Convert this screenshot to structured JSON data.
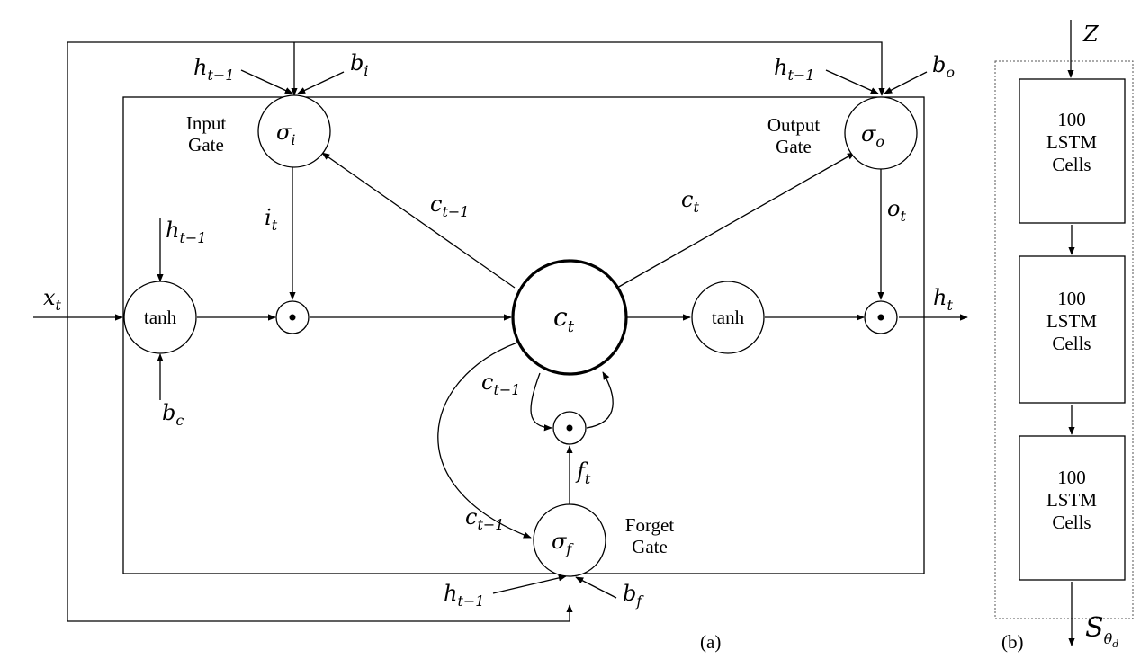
{
  "lstm_cell": {
    "input_gate": {
      "symbol": "σ",
      "sub": "i",
      "label_line1": "Input",
      "label_line2": "Gate"
    },
    "output_gate": {
      "symbol": "σ",
      "sub": "o",
      "label_line1": "Output",
      "label_line2": "Gate"
    },
    "forget_gate": {
      "symbol": "σ",
      "sub": "f",
      "label_line1": "Forget",
      "label_line2": "Gate"
    },
    "cell_state": {
      "symbol": "c",
      "sub": "t"
    },
    "tanh_in": "tanh",
    "tanh_out": "tanh",
    "mult_symbol": "•",
    "inputs": {
      "x": {
        "symbol": "x",
        "sub": "t"
      },
      "h_prev": {
        "symbol": "h",
        "sub": "t−1"
      },
      "b_i": {
        "symbol": "b",
        "sub": "i"
      },
      "b_o": {
        "symbol": "b",
        "sub": "o"
      },
      "b_c": {
        "symbol": "b",
        "sub": "c"
      },
      "b_f": {
        "symbol": "b",
        "sub": "f"
      }
    },
    "signals": {
      "i": {
        "symbol": "i",
        "sub": "t"
      },
      "o": {
        "symbol": "o",
        "sub": "t"
      },
      "f": {
        "symbol": "f",
        "sub": "t"
      },
      "c_prev": {
        "symbol": "c",
        "sub": "t−1"
      },
      "c_cur": {
        "symbol": "c",
        "sub": "t"
      },
      "h_out": {
        "symbol": "h",
        "sub": "t"
      }
    },
    "caption": "(a)"
  },
  "stack": {
    "input": {
      "symbol": "Z"
    },
    "blocks": [
      {
        "line1": "100",
        "line2": "LSTM",
        "line3": "Cells"
      },
      {
        "line1": "100",
        "line2": "LSTM",
        "line3": "Cells"
      },
      {
        "line1": "100",
        "line2": "LSTM",
        "line3": "Cells"
      }
    ],
    "output": {
      "symbol": "S",
      "sub": "θ",
      "subsub": "d"
    },
    "caption": "(b)"
  }
}
